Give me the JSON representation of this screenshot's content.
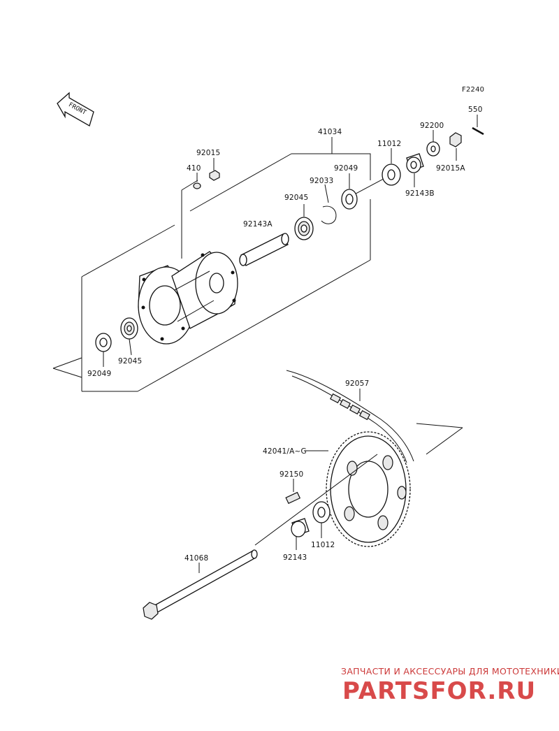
{
  "figure": {
    "ref_code": "F2240",
    "front_arrow_label": "FRONT"
  },
  "parts": {
    "p41034": "41034",
    "p92015": "92015",
    "p410": "410",
    "p92033": "92033",
    "p92049_top": "92049",
    "p11012_top": "11012",
    "p92200": "92200",
    "p550": "550",
    "p92015A": "92015A",
    "p92143B": "92143B",
    "p92045_top": "92045",
    "p92143A": "92143A",
    "p92045_bottom": "92045",
    "p92049_bottom": "92049",
    "p92057": "92057",
    "p42041": "42041/A~G",
    "p92150": "92150",
    "p11012_bottom": "11012",
    "p92143": "92143",
    "p41068": "41068"
  },
  "watermark": {
    "subtitle": "ЗАПЧАСТИ И АКСЕССУАРЫ ДЛЯ МОТОТЕХНИКИ",
    "brand": "PARTSFOR.RU"
  }
}
